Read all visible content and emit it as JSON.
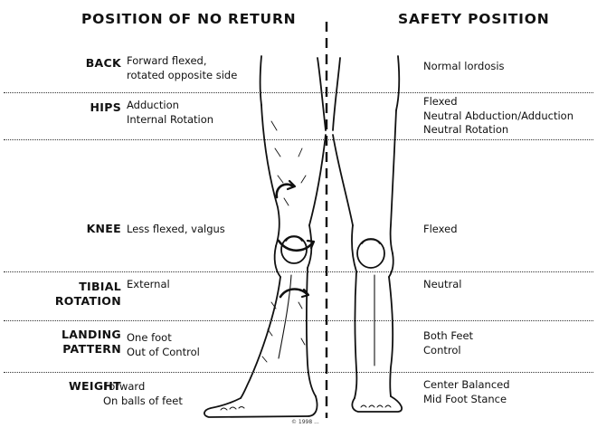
{
  "headers": {
    "left": "POSITION OF NO RETURN",
    "right": "SAFETY POSITION"
  },
  "rows": [
    {
      "label_lines": [
        "BACK"
      ],
      "left_lines": [
        "Forward flexed,",
        "rotated opposite side"
      ],
      "right_lines": [
        "Normal lordosis"
      ]
    },
    {
      "label_lines": [
        "HIPS"
      ],
      "left_lines": [
        "Adduction",
        "Internal Rotation"
      ],
      "right_lines": [
        "Flexed",
        "Neutral Abduction/Adduction",
        "Neutral Rotation"
      ]
    },
    {
      "label_lines": [
        "KNEE"
      ],
      "left_lines": [
        "Less flexed, valgus"
      ],
      "right_lines": [
        "Flexed"
      ]
    },
    {
      "label_lines": [
        "TIBIAL",
        "ROTATION"
      ],
      "left_lines": [
        "External"
      ],
      "right_lines": [
        "Neutral"
      ]
    },
    {
      "label_lines": [
        "LANDING",
        "PATTERN"
      ],
      "left_lines": [
        "One foot",
        "Out of Control"
      ],
      "right_lines": [
        "Both Feet",
        "Control"
      ]
    },
    {
      "label_lines": [
        "WEIGHT"
      ],
      "left_lines": [
        "Forward",
        "On balls of feet"
      ],
      "right_lines": [
        "Center Balanced",
        "Mid Foot Stance"
      ]
    }
  ],
  "credit": "© 1998 ..."
}
